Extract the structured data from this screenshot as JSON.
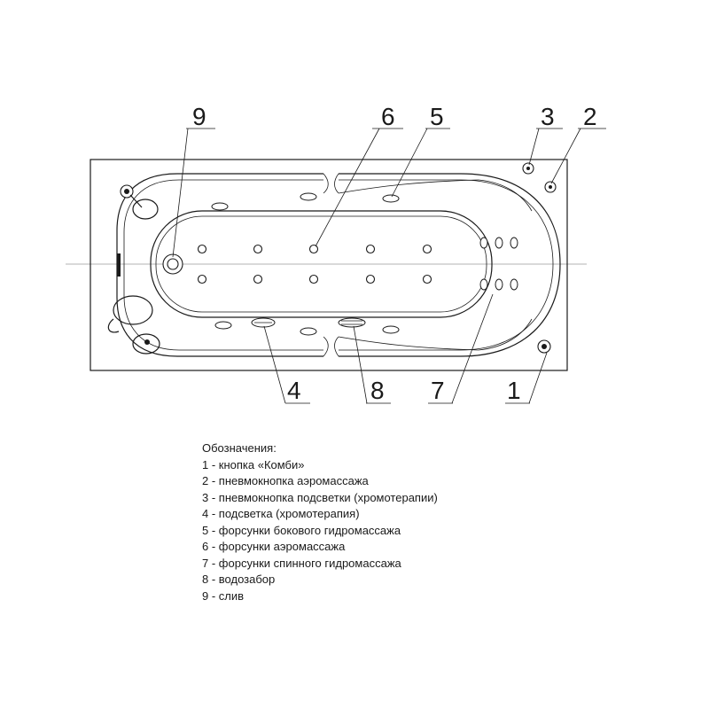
{
  "callouts": {
    "c9": "9",
    "c6": "6",
    "c5": "5",
    "c3": "3",
    "c2": "2",
    "c4": "4",
    "c8": "8",
    "c7": "7",
    "c1": "1"
  },
  "legend": {
    "heading": "Обозначения:",
    "items": [
      "1 - кнопка «Комби»",
      "2 - пневмокнопка аэромассажа",
      "3 - пневмокнопка подсветки (хромотерапии)",
      "4 - подсветка (хромотерапия)",
      "5 - форсунки бокового гидромассажа",
      "6 - форсунки аэромассажа",
      "7 - форсунки спинного гидромассажа",
      "8 - водозабор",
      "9 - слив"
    ]
  }
}
